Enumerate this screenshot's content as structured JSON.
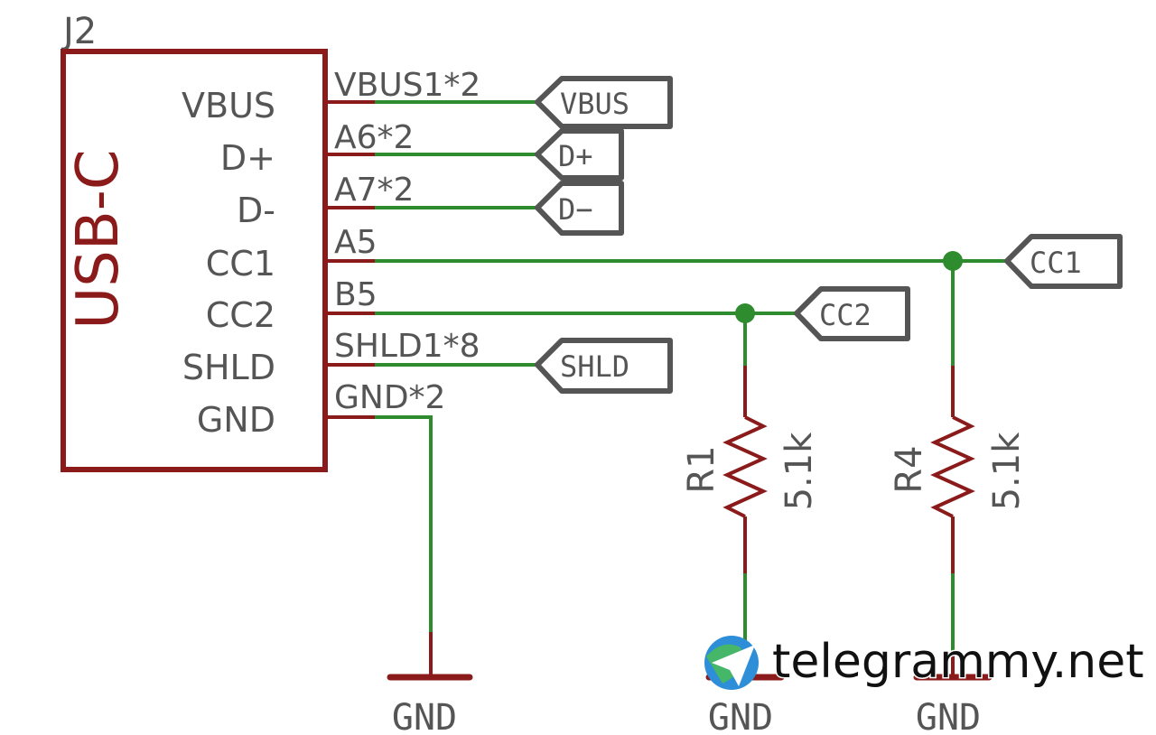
{
  "colors": {
    "part": "#8B1A1A",
    "wire": "#2E8B2E",
    "text": "#555555",
    "flag": "#555555"
  },
  "part": {
    "ref": "J2",
    "value": "USB-C",
    "pins": [
      {
        "name": "VBUS",
        "pad": "VBUS1*2"
      },
      {
        "name": "D+",
        "pad": "A6*2"
      },
      {
        "name": "D-",
        "pad": "A7*2"
      },
      {
        "name": "CC1",
        "pad": "A5"
      },
      {
        "name": "CC2",
        "pad": "B5"
      },
      {
        "name": "SHLD",
        "pad": "SHLD1*8"
      },
      {
        "name": "GND",
        "pad": "GND*2"
      }
    ]
  },
  "net_labels": {
    "vbus": "VBUS",
    "dp": "D+",
    "dm": "D−",
    "cc1": "CC1",
    "cc2": "CC2",
    "shld": "SHLD"
  },
  "resistors": [
    {
      "ref": "R1",
      "value": "5.1k"
    },
    {
      "ref": "R4",
      "value": "5.1k"
    }
  ],
  "grounds": [
    "GND",
    "GND",
    "GND"
  ],
  "watermark": {
    "text": "telegrammy.net",
    "icon": "telegram-globe-icon"
  }
}
